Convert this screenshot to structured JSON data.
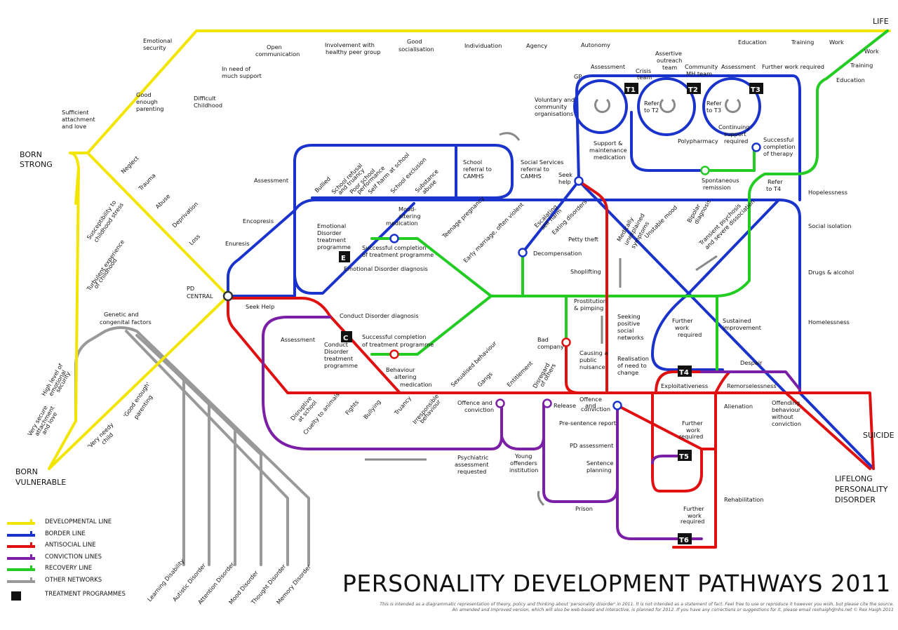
{
  "title": "PERSONALITY DEVELOPMENT PATHWAYS 2011",
  "note_line1": "This is intended as a diagrammatic representation of theory, policy and thinking about 'personality disorder' in 2011. It is not intended as a statement of fact. Feel free to use or reproduce it however you wish, but please cite the source.",
  "note_line2": "An amended and improved version, which will also be web-based and interactive, is planned for 2012. If you have any corrections or suggestions for it, please email rexhaigh@nhs.net  © Rex Haigh 2011",
  "colors": {
    "developmental": "#f2e600",
    "border": "#1a33cc",
    "antisocial": "#e01010",
    "conviction": "#7a1fa6",
    "recovery": "#22cc22",
    "other": "#999999"
  },
  "legend": [
    {
      "label": "DEVELOPMENTAL LINE",
      "color": "#f2e600"
    },
    {
      "label": "BORDER LINE",
      "color": "#1a33cc"
    },
    {
      "label": "ANTISOCIAL LINE",
      "color": "#e01010"
    },
    {
      "label": "CONVICTION LINES",
      "color": "#7a1fa6"
    },
    {
      "label": "RECOVERY LINE",
      "color": "#22cc22"
    },
    {
      "label": "OTHER NETWORKS",
      "color": "#999999"
    },
    {
      "label": "TREATMENT PROGRAMMES",
      "color": "#111111"
    }
  ],
  "termini": {
    "life": "LIFE",
    "born_strong": [
      "BORN",
      "STRONG"
    ],
    "born_vulnerable": [
      "BORN",
      "VULNERABLE"
    ],
    "pd_central": [
      "PD",
      "CENTRAL"
    ],
    "suicide": "SUICIDE",
    "lifelong": [
      "LIFELONG",
      "PERSONALITY",
      "DISORDER"
    ]
  },
  "treatment_programmes": [
    "E",
    "C",
    "T1",
    "T2",
    "T3",
    "T4",
    "T5",
    "T6"
  ],
  "stations": {
    "dev_top": [
      "Open",
      "communication",
      "Involvement with",
      "healthy peer group",
      "Good",
      "socialisation",
      "Individuation",
      "Agency",
      "Autonomy",
      "Education",
      "Training",
      "Work"
    ],
    "dev_left": [
      "Emotional",
      "security",
      "In need of",
      "much support",
      "Good",
      "enough",
      "parenting",
      "Difficult",
      "Childhood",
      "Sufficient",
      "attachment",
      "and love"
    ],
    "dev_diag": [
      "Neglect",
      "Trauma",
      "Abuse",
      "Deprivation",
      "Loss",
      "Susceptibility to",
      "childhood stress",
      "Turbulent experience",
      "of childhood",
      "High level of",
      "emotional",
      "security",
      "Very secure",
      "attachment",
      "and love",
      "'Very needy",
      "child",
      "'Good enough'",
      "parenting"
    ],
    "green_right": [
      "Work",
      "Training",
      "Education"
    ],
    "treatment_top": [
      "GP",
      "Assessment",
      "Crisis",
      "team",
      "Assertive",
      "outreach",
      "team",
      "Community",
      "MH team",
      "Assessment",
      "Further work required",
      "Voluntary and",
      "community",
      "organisations",
      "Refer",
      "to T2",
      "Refer",
      "to T3",
      "Support &",
      "maintenance",
      "medication",
      "Polypharmacy",
      "Continuing",
      "support",
      "required",
      "Successful",
      "completion",
      "of therapy",
      "Spontaneous",
      "remission",
      "Refer",
      "to T4"
    ],
    "border_loop": [
      "Assessment",
      "Bullied",
      "School refusal",
      "and truancy",
      "Poor school",
      "performance",
      "Self harm at school",
      "School exclusion",
      "Substance",
      "abuse",
      "School",
      "referral to",
      "CAMHS",
      "Social Services",
      "referral to",
      "CAMHS",
      "Seek",
      "help"
    ],
    "border_main": [
      "Encopresis",
      "Enuresis",
      "Emotional",
      "Disorder",
      "treatment",
      "programme",
      "Mood-",
      "altering",
      "medication",
      "Successful completion",
      "of treatment programme",
      "Emotional Disorder diagnosis",
      "Seek Help",
      "Teenage pregnancy",
      "Early marriage, often violent",
      "Escalating",
      "self harm",
      "Eating disorders",
      "Decompensation",
      "Medically",
      "unexplained",
      "symptoms",
      "Unstable mood",
      "Bipolar",
      "diagnosis",
      "Transient psychosis",
      "and severe dissociation",
      "Hopelessness",
      "Social isolation",
      "Drugs & alcohol",
      "Homelessness",
      "Petty theft",
      "Shoplifting",
      "Further",
      "work",
      "required"
    ],
    "antisocial": [
      "Conduct Disorder diagnosis",
      "Assessment",
      "Conduct",
      "Disorder",
      "treatment",
      "programme",
      "Successful completion",
      "of treatment programme",
      "Behaviour",
      "altering",
      "medication",
      "Disruptive",
      "at school",
      "Cruelty to animals",
      "Fights",
      "Bullying",
      "Truancy",
      "Irresponsible",
      "behaviour",
      "Sexualised behaviour",
      "Gangs",
      "Entitlement",
      "Disregard",
      "of others",
      "Bad",
      "company",
      "Prostitution",
      "& pimping",
      "Causing a",
      "public",
      "nuisance",
      "Seeking",
      "positive",
      "social",
      "networks",
      "Realisation",
      "of need to",
      "change",
      "Sustained",
      "improvement",
      "Despair",
      "Exploitativeness",
      "Remorselessness",
      "Alienation",
      "Offending",
      "behaviour",
      "without",
      "conviction"
    ],
    "conviction": [
      "Offence and",
      "conviction",
      "Release",
      "Offence",
      "and",
      "conviction",
      "Pre-sentence report",
      "PD assessment",
      "Sentence",
      "planning",
      "Prison",
      "Psychiatric",
      "assessment",
      "requested",
      "Young",
      "offenders",
      "institution",
      "Further",
      "work",
      "required",
      "Rehabilitation",
      "Further",
      "work",
      "required"
    ],
    "other": [
      "Genetic and",
      "congenital factors",
      "Learning Disability",
      "Autistic Disorder",
      "Attention Disorder",
      "Mood Disorder",
      "Thought Disorder",
      "Memory Disorder"
    ]
  }
}
